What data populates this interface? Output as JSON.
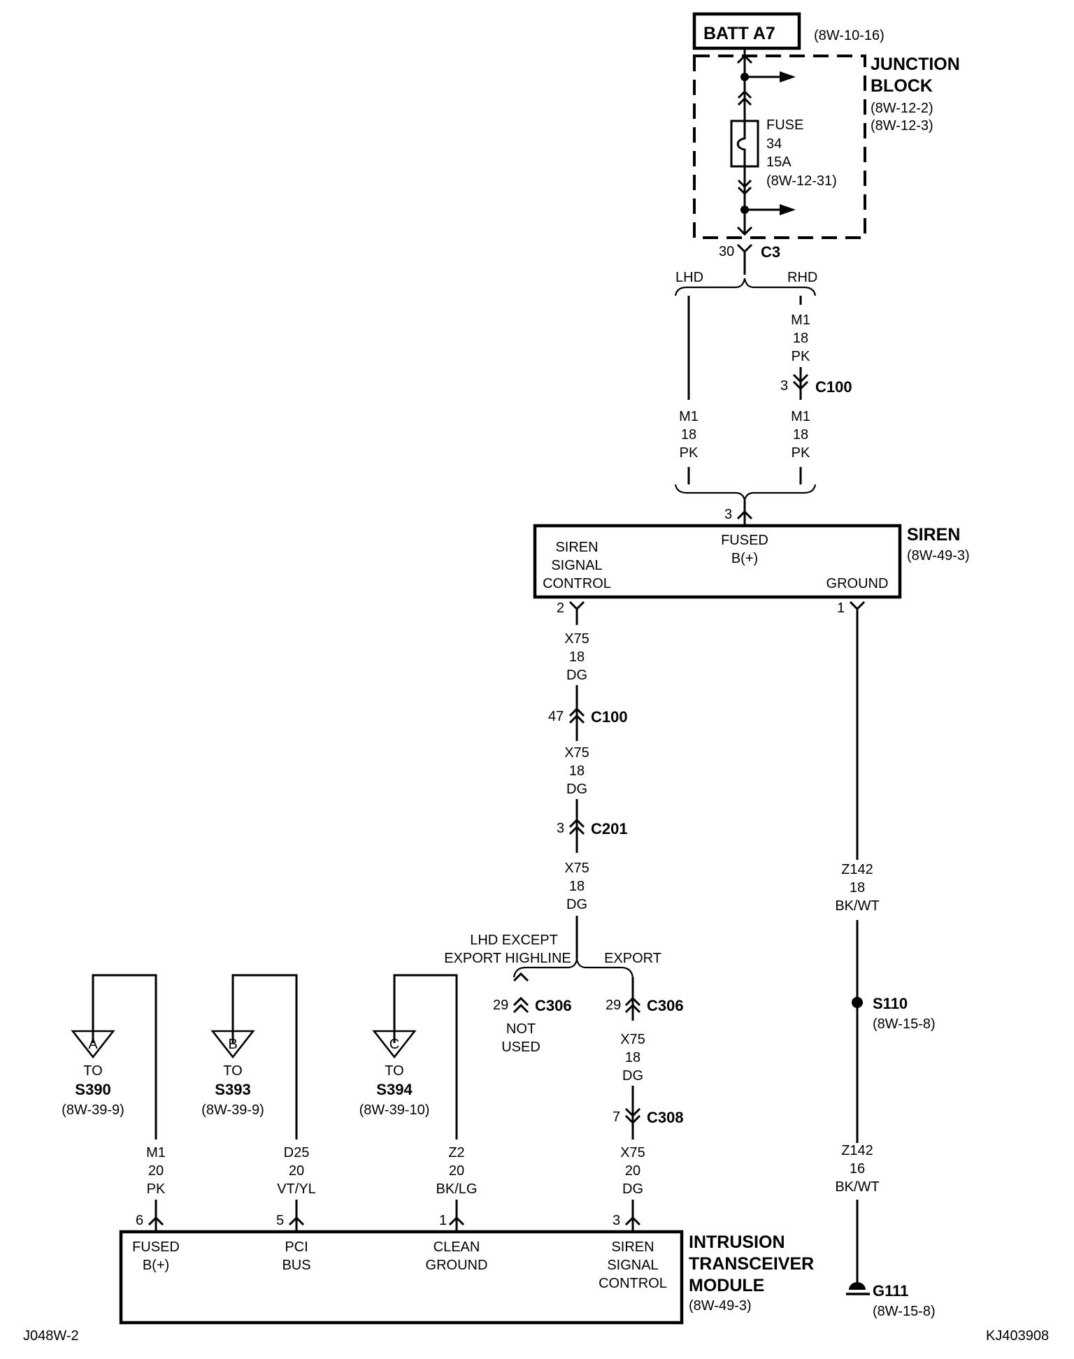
{
  "batt": {
    "label": "BATT A7",
    "ref": "(8W-10-16)"
  },
  "junction_block": {
    "line1": "JUNCTION",
    "line2": "BLOCK",
    "ref1": "(8W-12-2)",
    "ref2": "(8W-12-3)"
  },
  "fuse": {
    "label": "FUSE",
    "number": "34",
    "rating": "15A",
    "ref": "(8W-12-31)"
  },
  "c3": {
    "name": "C3",
    "pin": "30"
  },
  "split_top": {
    "left": "LHD",
    "right": "RHD"
  },
  "wires": {
    "m1_18_pk": {
      "circuit": "M1",
      "gauge": "18",
      "color": "PK"
    },
    "x75_18_dg": {
      "circuit": "X75",
      "gauge": "18",
      "color": "DG"
    },
    "z142_18": {
      "circuit": "Z142",
      "gauge": "18",
      "color": "BK/WT"
    },
    "z142_16": {
      "circuit": "Z142",
      "gauge": "16",
      "color": "BK/WT"
    },
    "m1_20_pk": {
      "circuit": "M1",
      "gauge": "20",
      "color": "PK"
    },
    "d25_20": {
      "circuit": "D25",
      "gauge": "20",
      "color": "VT/YL"
    },
    "z2_20": {
      "circuit": "Z2",
      "gauge": "20",
      "color": "BK/LG"
    },
    "x75_20_dg": {
      "circuit": "X75",
      "gauge": "20",
      "color": "DG"
    }
  },
  "connectors": {
    "c100_rhd": {
      "name": "C100",
      "pin": "3"
    },
    "c100_x75": {
      "name": "C100",
      "pin": "47"
    },
    "c201": {
      "name": "C201",
      "pin": "3"
    },
    "c306_left": {
      "name": "C306",
      "pin": "29"
    },
    "c306_right": {
      "name": "C306",
      "pin": "29"
    },
    "c308": {
      "name": "C308",
      "pin": "7"
    }
  },
  "siren": {
    "name": "SIREN",
    "ref": "(8W-49-3)",
    "pin_top": "3",
    "pin_signal": "2",
    "pin_ground": "1",
    "lbl_fused1": "FUSED",
    "lbl_fused2": "B(+)",
    "lbl_sig1": "SIREN",
    "lbl_sig2": "SIGNAL",
    "lbl_sig3": "CONTROL",
    "lbl_ground": "GROUND"
  },
  "split_mid": {
    "left1": "LHD EXCEPT",
    "left2": "EXPORT HIGHLINE",
    "right": "EXPORT"
  },
  "not_used": {
    "line1": "NOT",
    "line2": "USED"
  },
  "splice_s110": {
    "name": "S110",
    "ref": "(8W-15-8)"
  },
  "ground_g111": {
    "name": "G111",
    "ref": "(8W-15-8)"
  },
  "refs": [
    {
      "letter": "A",
      "to": "TO",
      "name": "S390",
      "ref": "(8W-39-9)"
    },
    {
      "letter": "B",
      "to": "TO",
      "name": "S393",
      "ref": "(8W-39-9)"
    },
    {
      "letter": "C",
      "to": "TO",
      "name": "S394",
      "ref": "(8W-39-10)"
    }
  ],
  "itm": {
    "line1": "INTRUSION",
    "line2": "TRANSCEIVER",
    "line3": "MODULE",
    "ref": "(8W-49-3)",
    "pin_fused": "6",
    "pin_pci": "5",
    "pin_ground": "1",
    "pin_siren": "3",
    "lbl_fused1": "FUSED",
    "lbl_fused2": "B(+)",
    "lbl_pci1": "PCI",
    "lbl_pci2": "BUS",
    "lbl_ground1": "CLEAN",
    "lbl_ground2": "GROUND",
    "lbl_sir1": "SIREN",
    "lbl_sir2": "SIGNAL",
    "lbl_sir3": "CONTROL"
  },
  "footer": {
    "left": "J048W-2",
    "right": "KJ403908"
  }
}
